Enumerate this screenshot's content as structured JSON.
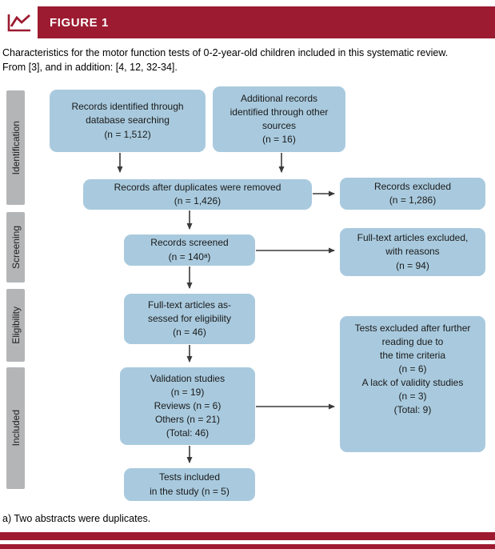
{
  "figure": {
    "label": "FIGURE 1"
  },
  "caption": "Characteristics for the motor function tests of 0-2-year-old children included in this systematic review.\nFrom [3], and in addition: [4, 12, 32-34].",
  "stages": {
    "identification": "Identification",
    "screening": "Screening",
    "eligibility": "Eligibility",
    "included": "Included"
  },
  "boxes": {
    "database_search": "Records identified through\ndatabase searching\n(n = 1,512)",
    "additional_records": "Additional records\nidentified through other\nsources\n(n = 16)",
    "after_duplicates": "Records after duplicates were removed\n(n = 1,426)",
    "records_excluded": "Records excluded\n(n = 1,286)",
    "records_screened": "Records screened\n(n = 140ᵃ)",
    "fulltext_excluded": "Full-text articles excluded,\nwith reasons\n(n = 94)",
    "fulltext_assessed": "Full-text articles as-\nsessed for eligibility\n(n = 46)",
    "tests_excluded": "Tests excluded after further\nreading due to\nthe time criteria\n(n = 6)\nA lack of validity studies\n(n = 3)\n(Total: 9)",
    "study_breakdown": "Validation studies\n(n = 19)\nReviews (n = 6)\nOthers (n = 21)\n(Total: 46)",
    "tests_included": "Tests included\nin the study (n = 5)"
  },
  "footnote": "a) Two abstracts were duplicates.",
  "colors": {
    "accent_red": "#9c1b30",
    "box_blue": "#a9cade",
    "stage_gray": "#b3b5b7",
    "arrow_gray": "#3a3a3a"
  }
}
